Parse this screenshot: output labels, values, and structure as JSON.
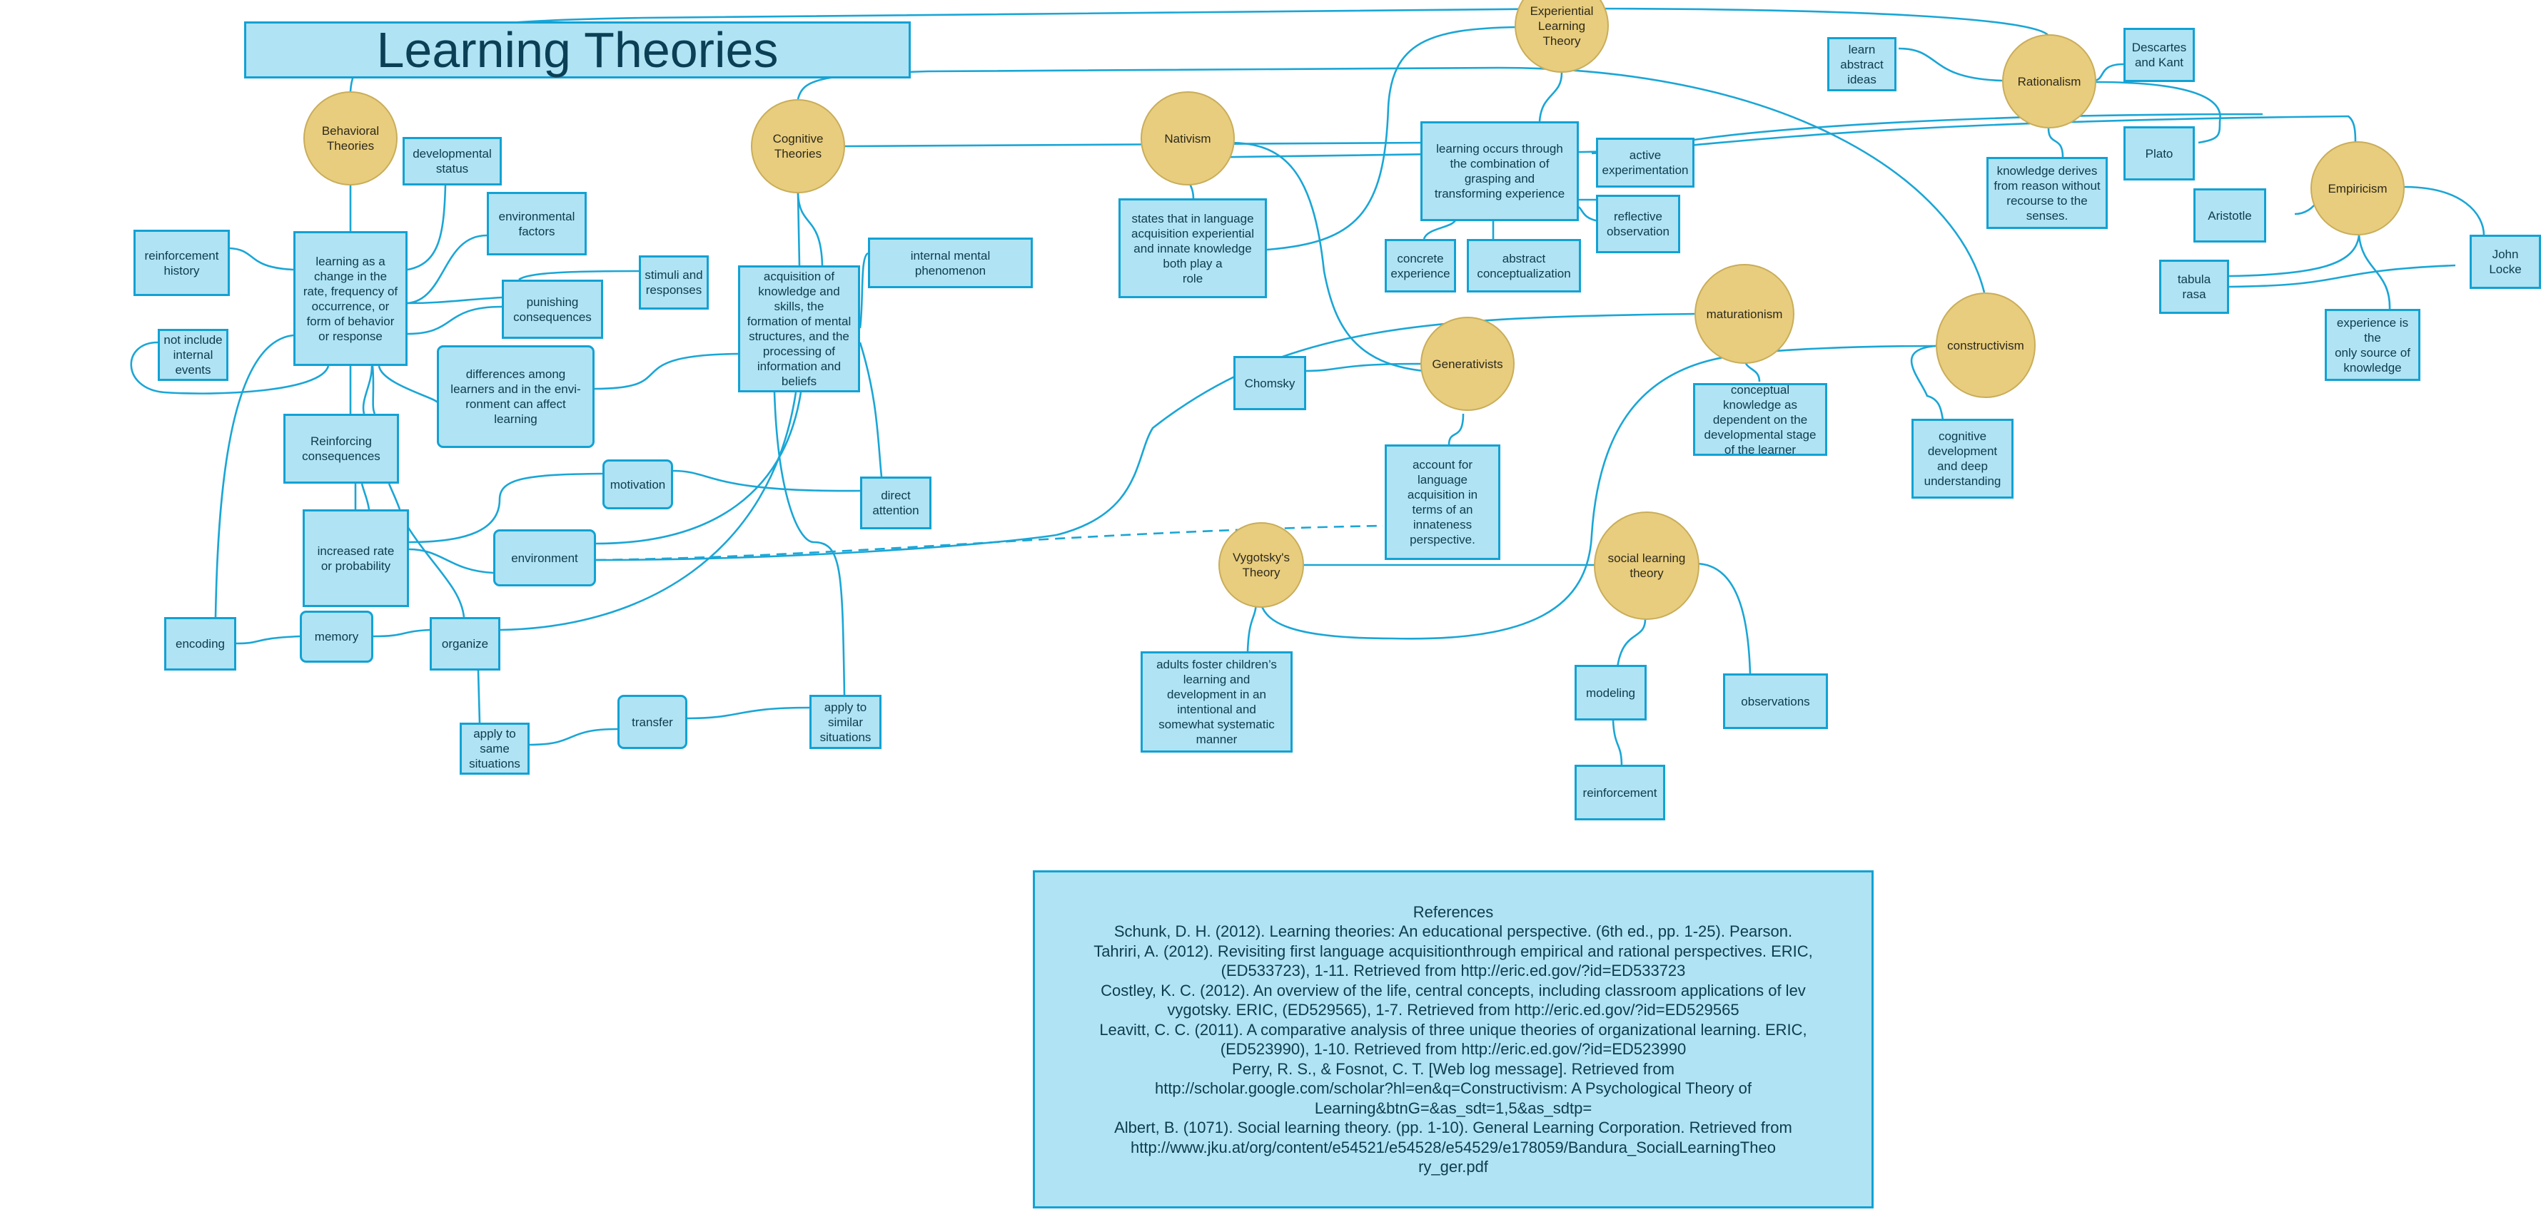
{
  "title": "Learning Theories",
  "theories": {
    "behavioral": "Behavioral\nTheories",
    "cognitive": "Cognitive\nTheories",
    "experiential": "Experiential\nLearning\nTheory",
    "nativism": "Nativism",
    "rationalism": "Rationalism",
    "empiricism": "Empiricism",
    "generativists": "Generativists",
    "maturationism": "maturationism",
    "constructivism": "constructivism",
    "vygotsky": "Vygotsky's\nTheory",
    "social_learning": "social learning\ntheory"
  },
  "concepts": {
    "developmental_status": "developmental\nstatus",
    "learning_change": "learning as a\nchange in the\nrate, frequency of\noccurrence, or\nform of behavior\nor response",
    "reinforcement_history": "reinforcement\nhistory",
    "environmental_factors": "environmental\nfactors",
    "stimuli_responses": "stimuli and\nresponses",
    "punishing_consequences": "punishing\nconsequences",
    "not_include_internal": "not include\ninternal\nevents",
    "differences_among": "differences among\nlearners and in the envi-\nronment can affect\nlearning",
    "reinforcing_consequences": "Reinforcing\nconsequences",
    "increased_rate": "increased rate\nor probability",
    "motivation": "motivation",
    "environment": "environment",
    "direct_attention": "direct\nattention",
    "encoding": "encoding",
    "memory": "memory",
    "organize": "organize",
    "apply_same": "apply to\nsame\nsituations",
    "transfer": "transfer",
    "apply_similar": "apply to\nsimilar\nsituations",
    "acquisition": "acquisition of\nknowledge and\nskills, the\nformation of mental\nstructures, and the\nprocessing of\ninformation and\nbeliefs",
    "internal_mental": "internal mental\nphenomenon",
    "nativism_states": "states that in language\nacquisition experiential\nand innate knowledge\nboth play a\nrole",
    "experiential_def": "learning occurs through\nthe combination of\ngrasping and\ntransforming experience",
    "active_experimentation": "active\nexperimentation",
    "reflective_observation": "reflective\nobservation",
    "concrete_experience": "concrete\nexperience",
    "abstract_conceptualization": "abstract\nconceptualization",
    "learn_abstract": "learn\nabstract\nideas",
    "descartes_kant": "Descartes\nand Kant",
    "plato": "Plato",
    "knowledge_derives": "knowledge derives\nfrom reason without\nrecourse to the\nsenses.",
    "aristotle": "Aristotle",
    "tabula_rasa": "tabula rasa",
    "john_locke": "John Locke",
    "experience_only": "experience is\nthe\nonly source of\nknowledge",
    "chomsky": "Chomsky",
    "account_language": "account for\nlanguage\nacquisition in\nterms of an\ninnateness\nperspective.",
    "conceptual_knowledge": "conceptual\nknowledge as\ndependent on the\ndevelopmental stage\nof the learner",
    "cognitive_development": "cognitive\ndevelopment\nand deep\nunderstanding",
    "adults_foster": "adults foster children’s\nlearning and\ndevelopment in an\nintentional and\nsomewhat systematic\nmanner",
    "modeling": "modeling",
    "reinforcement": "reinforcement",
    "observations": "observations"
  },
  "references": {
    "heading": "References",
    "lines": [
      "Schunk, D. H. (2012). Learning theories: An educational perspective. (6th ed., pp. 1-25). Pearson.",
      "Tahriri, A. (2012). Revisiting first language acquisitionthrough empirical and rational perspectives. ERIC,",
      "(ED533723), 1-11. Retrieved from http://eric.ed.gov/?id=ED533723",
      "Costley, K. C. (2012). An overview of the life, central concepts, including classroom applications of lev",
      "vygotsky. ERIC, (ED529565), 1-7. Retrieved from http://eric.ed.gov/?id=ED529565",
      "Leavitt, C. C. (2011). A comparative analysis of three unique theories of organizational learning. ERIC,",
      "(ED523990), 1-10. Retrieved from http://eric.ed.gov/?id=ED523990",
      "Perry, R. S., & Fosnot, C. T. [Web log message]. Retrieved from",
      "http://scholar.google.com/scholar?hl=en&q=Constructivism: A Psychological Theory of",
      "Learning&btnG=&as_sdt=1,5&as_sdtp=",
      "Albert, B. (1071). Social learning theory. (pp. 1-10). General Learning Corporation. Retrieved from",
      "http://www.jku.at/org/content/e54521/e54528/e54529/e178059/Bandura_SocialLearningTheo",
      "ry_ger.pdf"
    ]
  },
  "colors": {
    "concept_fill": "#b0e3f3",
    "concept_border": "#12a2d4",
    "theory_fill": "#e8cd7e",
    "theory_border": "#c9ad5a",
    "connector": "#1aa6d6",
    "text": "#0d3b4f"
  }
}
